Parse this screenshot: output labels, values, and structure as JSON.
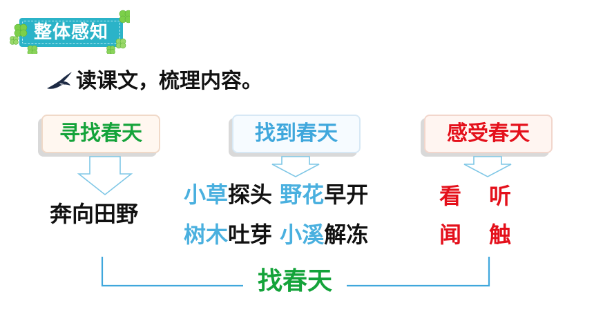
{
  "header": {
    "badge_title": "整体感知"
  },
  "instruction": {
    "text": "读课文，梳理内容。"
  },
  "columns": [
    {
      "heading": "寻找春天",
      "content": "奔向田野"
    },
    {
      "heading": "找到春天",
      "rows": [
        [
          "小草",
          "探头",
          "野花",
          "早开"
        ],
        [
          "树木",
          "吐芽",
          "小溪",
          "解冻"
        ]
      ]
    },
    {
      "heading": "感受春天",
      "senses": [
        "看",
        "听",
        "闻",
        "触"
      ]
    }
  ],
  "summary": "找春天",
  "colors": {
    "badge": "#2bb3c8",
    "green": "#14a33a",
    "blue": "#4ab0df",
    "red": "#e4101b"
  },
  "icons": [
    "clover-icon",
    "swallow-icon",
    "down-arrow-icon"
  ]
}
